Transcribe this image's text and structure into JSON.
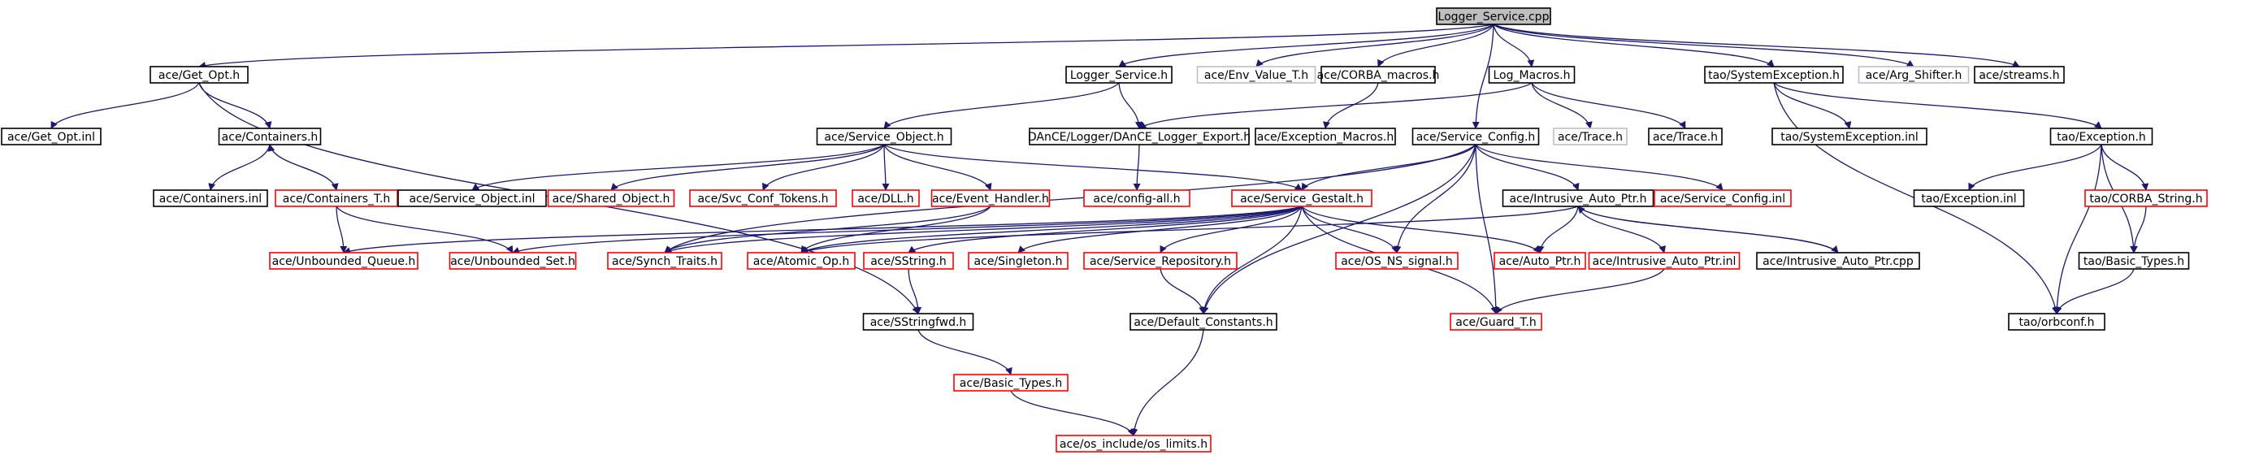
{
  "diagram": {
    "colors": {
      "edge": "#191970",
      "root_fill": "#bfbfbf",
      "normal_border": "#000000",
      "external_border": "#ff0000",
      "unavailable_border": "#bfbfbf"
    },
    "nodes": [
      {
        "id": "root",
        "label": "Logger_Service.cpp",
        "kind": "root"
      },
      {
        "id": "get_opt_h",
        "label": "ace/Get_Opt.h",
        "kind": "normal"
      },
      {
        "id": "logger_service_h",
        "label": "Logger_Service.h",
        "kind": "normal"
      },
      {
        "id": "env_value_t_h",
        "label": "ace/Env_Value_T.h",
        "kind": "unavailable"
      },
      {
        "id": "corba_macros_h",
        "label": "ace/CORBA_macros.h",
        "kind": "normal"
      },
      {
        "id": "log_macros_h",
        "label": "Log_Macros.h",
        "kind": "normal"
      },
      {
        "id": "tao_sysexc_h",
        "label": "tao/SystemException.h",
        "kind": "normal"
      },
      {
        "id": "arg_shifter_h",
        "label": "ace/Arg_Shifter.h",
        "kind": "unavailable"
      },
      {
        "id": "streams_h",
        "label": "ace/streams.h",
        "kind": "normal"
      },
      {
        "id": "get_opt_inl",
        "label": "ace/Get_Opt.inl",
        "kind": "normal"
      },
      {
        "id": "containers_h",
        "label": "ace/Containers.h",
        "kind": "normal"
      },
      {
        "id": "service_object_h",
        "label": "ace/Service_Object.h",
        "kind": "normal"
      },
      {
        "id": "dance_export_h",
        "label": "DAnCE/Logger/DAnCE_Logger_Export.h",
        "kind": "normal"
      },
      {
        "id": "exception_macros_h",
        "label": "ace/Exception_Macros.h",
        "kind": "normal"
      },
      {
        "id": "service_config_h",
        "label": "ace/Service_Config.h",
        "kind": "normal"
      },
      {
        "id": "ace_trace_h_gray",
        "label": "ace/Trace.h",
        "kind": "unavailable"
      },
      {
        "id": "ace_trace_h",
        "label": "ace/Trace.h",
        "kind": "normal"
      },
      {
        "id": "tao_sysexc_inl",
        "label": "tao/SystemException.inl",
        "kind": "normal"
      },
      {
        "id": "tao_exception_h",
        "label": "tao/Exception.h",
        "kind": "normal"
      },
      {
        "id": "containers_inl",
        "label": "ace/Containers.inl",
        "kind": "normal"
      },
      {
        "id": "containers_t_h",
        "label": "ace/Containers_T.h",
        "kind": "external"
      },
      {
        "id": "service_object_inl",
        "label": "ace/Service_Object.inl",
        "kind": "normal"
      },
      {
        "id": "shared_object_h",
        "label": "ace/Shared_Object.h",
        "kind": "external"
      },
      {
        "id": "svc_conf_tokens_h",
        "label": "ace/Svc_Conf_Tokens.h",
        "kind": "external"
      },
      {
        "id": "dll_h",
        "label": "ace/DLL.h",
        "kind": "external"
      },
      {
        "id": "event_handler_h",
        "label": "ace/Event_Handler.h",
        "kind": "external"
      },
      {
        "id": "config_all_h",
        "label": "ace/config-all.h",
        "kind": "external"
      },
      {
        "id": "service_gestalt_h",
        "label": "ace/Service_Gestalt.h",
        "kind": "external"
      },
      {
        "id": "intrusive_auto_ptr_h",
        "label": "ace/Intrusive_Auto_Ptr.h",
        "kind": "normal"
      },
      {
        "id": "service_config_inl",
        "label": "ace/Service_Config.inl",
        "kind": "external"
      },
      {
        "id": "tao_exception_inl",
        "label": "tao/Exception.inl",
        "kind": "normal"
      },
      {
        "id": "tao_corba_string_h",
        "label": "tao/CORBA_String.h",
        "kind": "external"
      },
      {
        "id": "unbounded_queue_h",
        "label": "ace/Unbounded_Queue.h",
        "kind": "external"
      },
      {
        "id": "unbounded_set_h",
        "label": "ace/Unbounded_Set.h",
        "kind": "external"
      },
      {
        "id": "synch_traits_h",
        "label": "ace/Synch_Traits.h",
        "kind": "external"
      },
      {
        "id": "atomic_op_h",
        "label": "ace/Atomic_Op.h",
        "kind": "external"
      },
      {
        "id": "sstring_h",
        "label": "ace/SString.h",
        "kind": "external"
      },
      {
        "id": "singleton_h",
        "label": "ace/Singleton.h",
        "kind": "external"
      },
      {
        "id": "service_repository_h",
        "label": "ace/Service_Repository.h",
        "kind": "external"
      },
      {
        "id": "os_ns_signal_h",
        "label": "ace/OS_NS_signal.h",
        "kind": "external"
      },
      {
        "id": "auto_ptr_h",
        "label": "ace/Auto_Ptr.h",
        "kind": "external"
      },
      {
        "id": "intrusive_auto_ptr_inl",
        "label": "ace/Intrusive_Auto_Ptr.inl",
        "kind": "external"
      },
      {
        "id": "intrusive_auto_ptr_cpp",
        "label": "ace/Intrusive_Auto_Ptr.cpp",
        "kind": "normal"
      },
      {
        "id": "tao_basic_types_h",
        "label": "tao/Basic_Types.h",
        "kind": "normal"
      },
      {
        "id": "sstringfwd_h",
        "label": "ace/SStringfwd.h",
        "kind": "normal"
      },
      {
        "id": "default_constants_h",
        "label": "ace/Default_Constants.h",
        "kind": "normal"
      },
      {
        "id": "guard_t_h",
        "label": "ace/Guard_T.h",
        "kind": "external"
      },
      {
        "id": "tao_orbconf_h",
        "label": "tao/orbconf.h",
        "kind": "normal"
      },
      {
        "id": "ace_basic_types_h",
        "label": "ace/Basic_Types.h",
        "kind": "external"
      },
      {
        "id": "os_limits_h",
        "label": "ace/os_include/os_limits.h",
        "kind": "external"
      }
    ],
    "edges": [
      [
        "root",
        "get_opt_h"
      ],
      [
        "root",
        "logger_service_h"
      ],
      [
        "root",
        "env_value_t_h"
      ],
      [
        "root",
        "corba_macros_h"
      ],
      [
        "root",
        "log_macros_h"
      ],
      [
        "root",
        "service_config_h"
      ],
      [
        "root",
        "tao_sysexc_h"
      ],
      [
        "root",
        "arg_shifter_h"
      ],
      [
        "root",
        "streams_h"
      ],
      [
        "get_opt_h",
        "get_opt_inl"
      ],
      [
        "get_opt_h",
        "containers_h"
      ],
      [
        "get_opt_h",
        "sstringfwd_h"
      ],
      [
        "containers_h",
        "containers_inl"
      ],
      [
        "containers_h",
        "containers_t_h"
      ],
      [
        "containers_t_h",
        "containers_h"
      ],
      [
        "containers_t_h",
        "unbounded_queue_h"
      ],
      [
        "containers_t_h",
        "unbounded_set_h"
      ],
      [
        "logger_service_h",
        "service_object_h"
      ],
      [
        "logger_service_h",
        "dance_export_h"
      ],
      [
        "log_macros_h",
        "dance_export_h"
      ],
      [
        "log_macros_h",
        "ace_trace_h_gray"
      ],
      [
        "log_macros_h",
        "ace_trace_h"
      ],
      [
        "corba_macros_h",
        "exception_macros_h"
      ],
      [
        "dance_export_h",
        "config_all_h"
      ],
      [
        "service_object_h",
        "service_object_inl"
      ],
      [
        "service_object_h",
        "shared_object_h"
      ],
      [
        "service_object_h",
        "svc_conf_tokens_h"
      ],
      [
        "service_object_h",
        "dll_h"
      ],
      [
        "service_object_h",
        "event_handler_h"
      ],
      [
        "service_object_h",
        "service_gestalt_h"
      ],
      [
        "event_handler_h",
        "atomic_op_h"
      ],
      [
        "event_handler_h",
        "synch_traits_h"
      ],
      [
        "service_config_h",
        "service_gestalt_h"
      ],
      [
        "service_config_h",
        "intrusive_auto_ptr_h"
      ],
      [
        "service_config_h",
        "service_config_inl"
      ],
      [
        "service_config_h",
        "synch_traits_h"
      ],
      [
        "service_config_h",
        "os_ns_signal_h"
      ],
      [
        "service_config_h",
        "default_constants_h"
      ],
      [
        "service_config_h",
        "guard_t_h"
      ],
      [
        "service_gestalt_h",
        "unbounded_queue_h"
      ],
      [
        "service_gestalt_h",
        "unbounded_set_h"
      ],
      [
        "service_gestalt_h",
        "synch_traits_h"
      ],
      [
        "service_gestalt_h",
        "atomic_op_h"
      ],
      [
        "service_gestalt_h",
        "sstring_h"
      ],
      [
        "service_gestalt_h",
        "singleton_h"
      ],
      [
        "service_gestalt_h",
        "service_repository_h"
      ],
      [
        "service_gestalt_h",
        "os_ns_signal_h"
      ],
      [
        "service_gestalt_h",
        "auto_ptr_h"
      ],
      [
        "service_gestalt_h",
        "default_constants_h"
      ],
      [
        "service_gestalt_h",
        "guard_t_h"
      ],
      [
        "intrusive_auto_ptr_h",
        "atomic_op_h"
      ],
      [
        "intrusive_auto_ptr_h",
        "auto_ptr_h"
      ],
      [
        "intrusive_auto_ptr_h",
        "intrusive_auto_ptr_inl"
      ],
      [
        "intrusive_auto_ptr_h",
        "intrusive_auto_ptr_cpp"
      ],
      [
        "intrusive_auto_ptr_cpp",
        "intrusive_auto_ptr_h"
      ],
      [
        "intrusive_auto_ptr_inl",
        "guard_t_h"
      ],
      [
        "service_repository_h",
        "default_constants_h"
      ],
      [
        "sstring_h",
        "sstringfwd_h"
      ],
      [
        "sstringfwd_h",
        "ace_basic_types_h"
      ],
      [
        "ace_basic_types_h",
        "os_limits_h"
      ],
      [
        "default_constants_h",
        "os_limits_h"
      ],
      [
        "tao_sysexc_h",
        "tao_sysexc_inl"
      ],
      [
        "tao_sysexc_h",
        "tao_exception_h"
      ],
      [
        "tao_sysexc_h",
        "tao_orbconf_h"
      ],
      [
        "tao_exception_h",
        "tao_exception_inl"
      ],
      [
        "tao_exception_h",
        "tao_corba_string_h"
      ],
      [
        "tao_exception_h",
        "tao_basic_types_h"
      ],
      [
        "tao_exception_h",
        "tao_orbconf_h"
      ],
      [
        "tao_corba_string_h",
        "tao_basic_types_h"
      ],
      [
        "tao_basic_types_h",
        "tao_orbconf_h"
      ]
    ]
  }
}
